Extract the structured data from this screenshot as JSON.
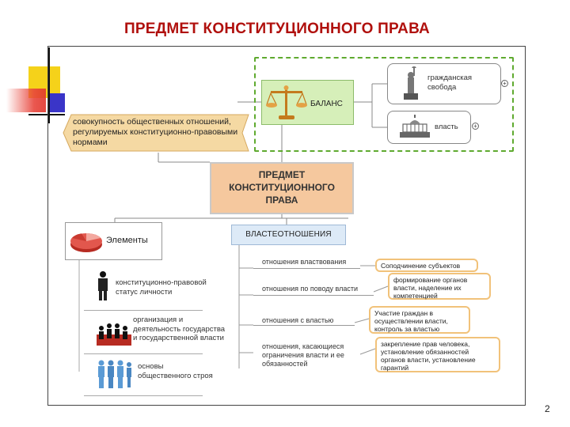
{
  "title": "ПРЕДМЕТ КОНСТИТУЦИОННОГО ПРАВА",
  "balance": {
    "label": "БАЛАНС",
    "freedom": "гражданская свобода",
    "power": "власть"
  },
  "definition": "совокупность общественных отношений, регулируемых конституционно-правовыми нормами",
  "subject": {
    "line1": "ПРЕДМЕТ",
    "line2": "КОНСТИТУЦИОННОГО",
    "line3": "ПРАВА"
  },
  "elements": {
    "label": "Элементы",
    "items": [
      "конституционно-правовой статус личности",
      "организация и деятельность государства и государственной власти",
      "основы общественного строя"
    ]
  },
  "power_relations": {
    "label": "ВЛАСТЕОТНОШЕНИЯ",
    "items": [
      "отношения властвования",
      "отношения по поводу власти",
      "отношения с властью",
      "отношения, касающиеся ограничения власти и ее обязанностей"
    ],
    "callouts": [
      "Соподчинение субъектов",
      "формирование органов власти, наделение их компетенцией",
      "Участие граждан в осуществлении власти, контроль за властью",
      "закрепление прав человека, установление обязанностей органов власти, установление гарантий"
    ]
  },
  "page_number": "2",
  "colors": {
    "title": "#b0100d",
    "balance_fill": "#d6efb9",
    "balance_border": "#5faa2f",
    "subject_fill": "#f5c89e",
    "definition_fill": "#f5d9a3",
    "callout_border": "#f1c27a",
    "power_rel_fill": "#ddeaf7"
  }
}
